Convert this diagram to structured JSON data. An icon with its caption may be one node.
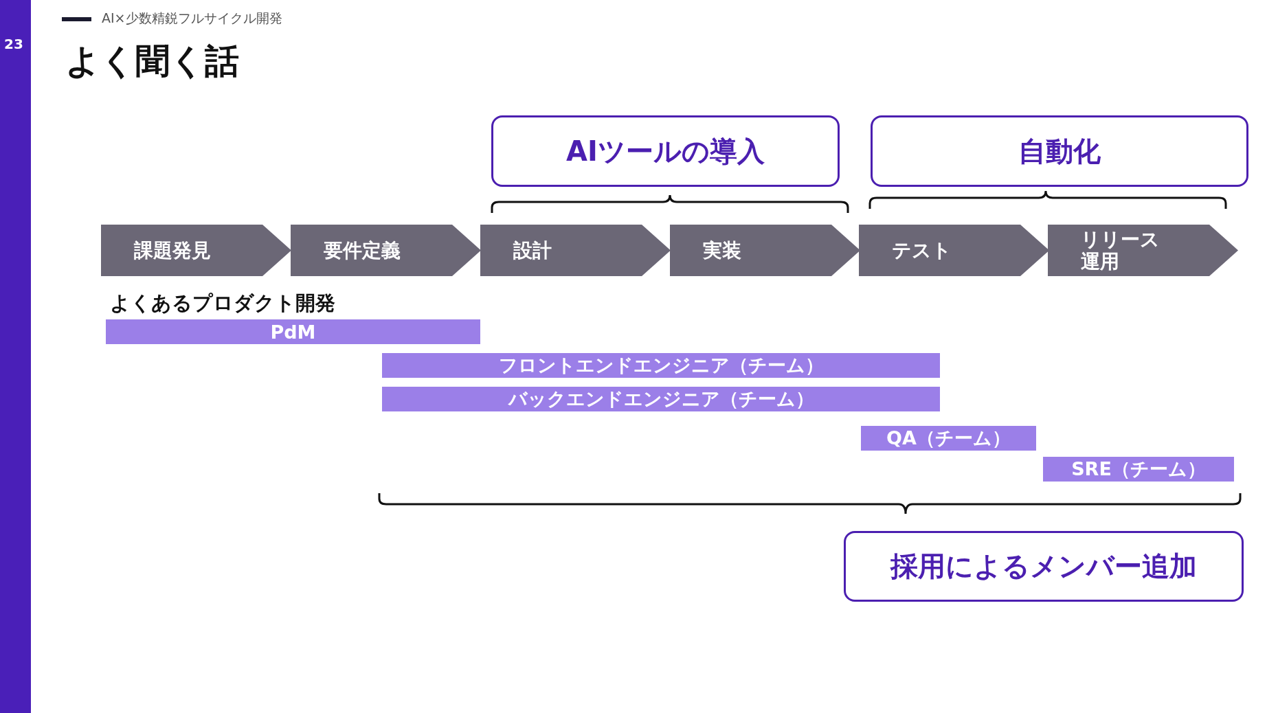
{
  "diagram": {
    "title": "よく聞く話",
    "nodes": [
      {
        "text": [
          "AIツールの導入"
        ]
      },
      {
        "text": [
          "自動化"
        ]
      },
      {
        "text": [
          "課題発見"
        ]
      },
      {
        "text": [
          "要件定義"
        ]
      },
      {
        "text": [
          "設計"
        ]
      },
      {
        "text": [
          "実装"
        ]
      },
      {
        "text": [
          "テスト"
        ]
      },
      {
        "text": [
          "リリース運用"
        ]
      },
      {
        "text": [
          "PdM"
        ]
      },
      {
        "text": [
          "フロントエンドエンジニア（チーム）"
        ]
      },
      {
        "text": [
          "バックエンドエンジニア（チーム）"
        ]
      },
      {
        "text": [
          "QA（チーム）"
        ]
      },
      {
        "text": [
          "SRE（チーム）"
        ]
      },
      {
        "text": [
          "採用によるメンバー追加"
        ]
      }
    ],
    "labels": [
      "AI×少数精鋭フルサイクル開発",
      "23",
      "よくあるプロダクト開発"
    ]
  }
}
